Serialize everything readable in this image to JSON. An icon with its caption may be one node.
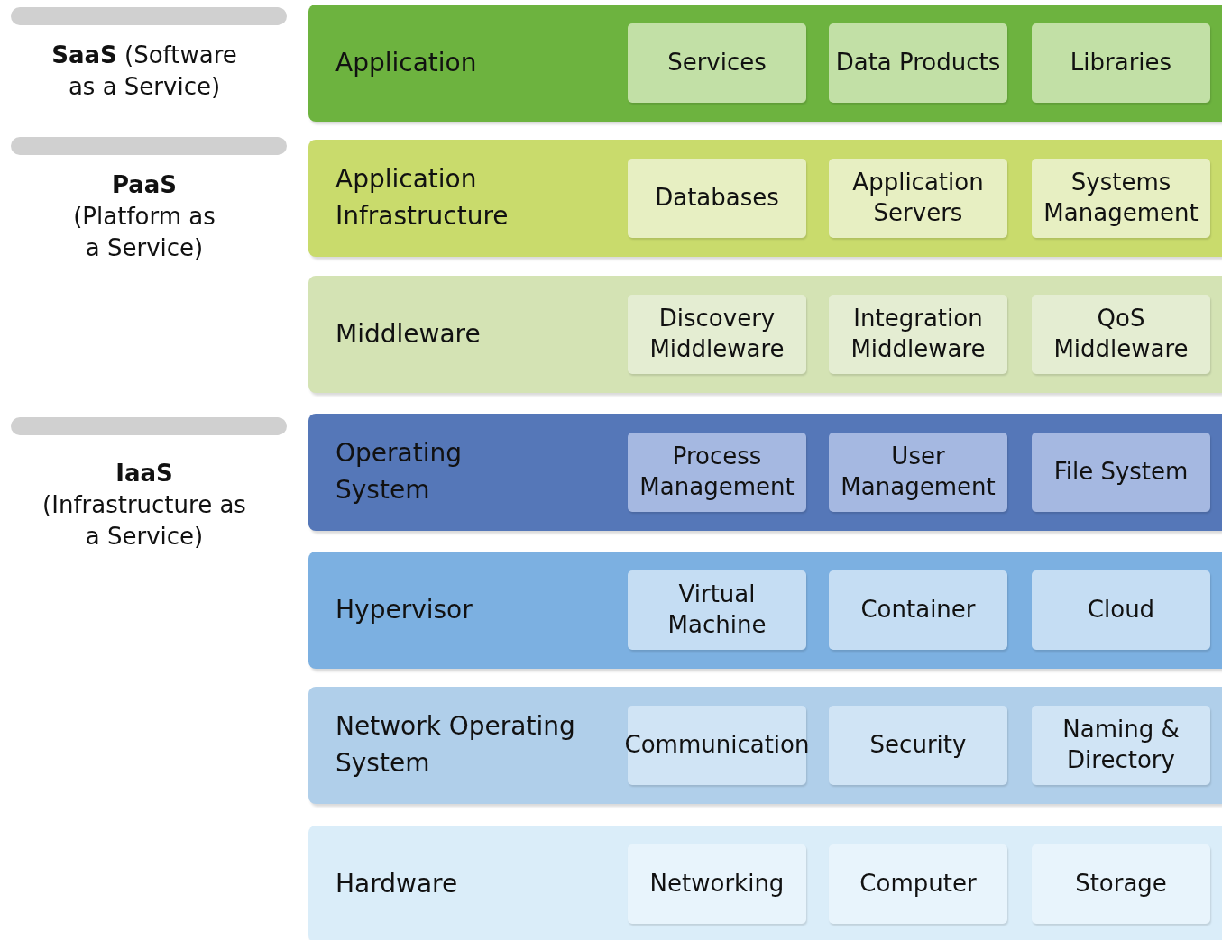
{
  "diagram": {
    "nodes": [
      {
        "text": [
          "Application"
        ]
      },
      {
        "text": [
          "Services"
        ],
        "in": 0
      },
      {
        "text": [
          "Data Products"
        ],
        "in": 0
      },
      {
        "text": [
          "Libraries"
        ],
        "in": 0
      },
      {
        "text": [
          "Application Infrastructure"
        ]
      },
      {
        "text": [
          "Databases"
        ],
        "in": 4
      },
      {
        "text": [
          "Application Servers"
        ],
        "in": 4
      },
      {
        "text": [
          "Systems Management"
        ],
        "in": 4
      },
      {
        "text": [
          "Middleware"
        ]
      },
      {
        "text": [
          "Discovery Middleware"
        ],
        "in": 8
      },
      {
        "text": [
          "Integration Middleware"
        ],
        "in": 8
      },
      {
        "text": [
          "QoS Middleware"
        ],
        "in": 8
      },
      {
        "text": [
          "Operating System"
        ]
      },
      {
        "text": [
          "Process Management"
        ],
        "in": 12
      },
      {
        "text": [
          "User Management"
        ],
        "in": 12
      },
      {
        "text": [
          "File System"
        ],
        "in": 12
      },
      {
        "text": [
          "Hypervisor"
        ]
      },
      {
        "text": [
          "Virtual Machine"
        ],
        "in": 16
      },
      {
        "text": [
          "Container"
        ],
        "in": 16
      },
      {
        "text": [
          "Cloud"
        ],
        "in": 16
      },
      {
        "text": [
          "Network Operating System"
        ]
      },
      {
        "text": [
          "Communication"
        ],
        "in": 20
      },
      {
        "text": [
          "Security"
        ],
        "in": 20
      },
      {
        "text": [
          "Naming & Directory"
        ],
        "in": 20
      },
      {
        "text": [
          "Hardware"
        ]
      },
      {
        "text": [
          "Networking"
        ],
        "in": 24
      },
      {
        "text": [
          "Computer"
        ],
        "in": 24
      },
      {
        "text": [
          "Storage"
        ],
        "in": 24
      },
      {
        "text": [],
        "shape": "bar"
      },
      {
        "text": [],
        "shape": "bar"
      },
      {
        "text": [],
        "shape": "bar"
      }
    ],
    "labels": [
      "**SaaS** (Software as a Service)",
      "**PaaS** (Platform as a Service)",
      "**IaaS** (Infrastructure as a Service)"
    ]
  }
}
